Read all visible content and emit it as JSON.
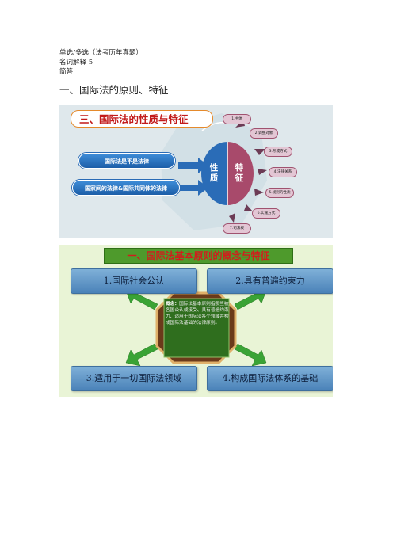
{
  "header": {
    "line1": "单选/多选（法考历年真题）",
    "line2": "名词解释 5",
    "line3": "简答"
  },
  "heading": "一、国际法的原则、特征",
  "slide1": {
    "title": "三、国际法的性质与特征",
    "left_pills": [
      "国际法是不是法律",
      "国家间的法律&国际共同体的法律"
    ],
    "circle_left": [
      "性",
      "质"
    ],
    "circle_right": [
      "特",
      "征"
    ],
    "features": [
      "1.主体",
      "2.调整对象",
      "3.形成方式",
      "4.法律关系",
      "5.规则的性质",
      "6.实施方式",
      "7.司法权"
    ],
    "colors": {
      "circle_blue": "#2a6cb7",
      "circle_red": "#a84a6b",
      "feature_fill": "#e3c6d4"
    }
  },
  "slide2": {
    "title": "一、国际法基本原则的概念与特征",
    "boxes": [
      "1.国际社会公认",
      "2.具有普遍约束力",
      "3.适用于一切国际法领域",
      "4.构成国际法体系的基础"
    ],
    "concept_label": "概念：",
    "concept_text": "国际法基本原则指那些被各国公认或接受、具有普遍约束力、适用于国际法各个领域并构成国际法基础的法律原则。",
    "colors": {
      "octagon": "#6b3a1a",
      "arrows": "#3aa335",
      "title_bg": "#4e9a2c"
    }
  }
}
